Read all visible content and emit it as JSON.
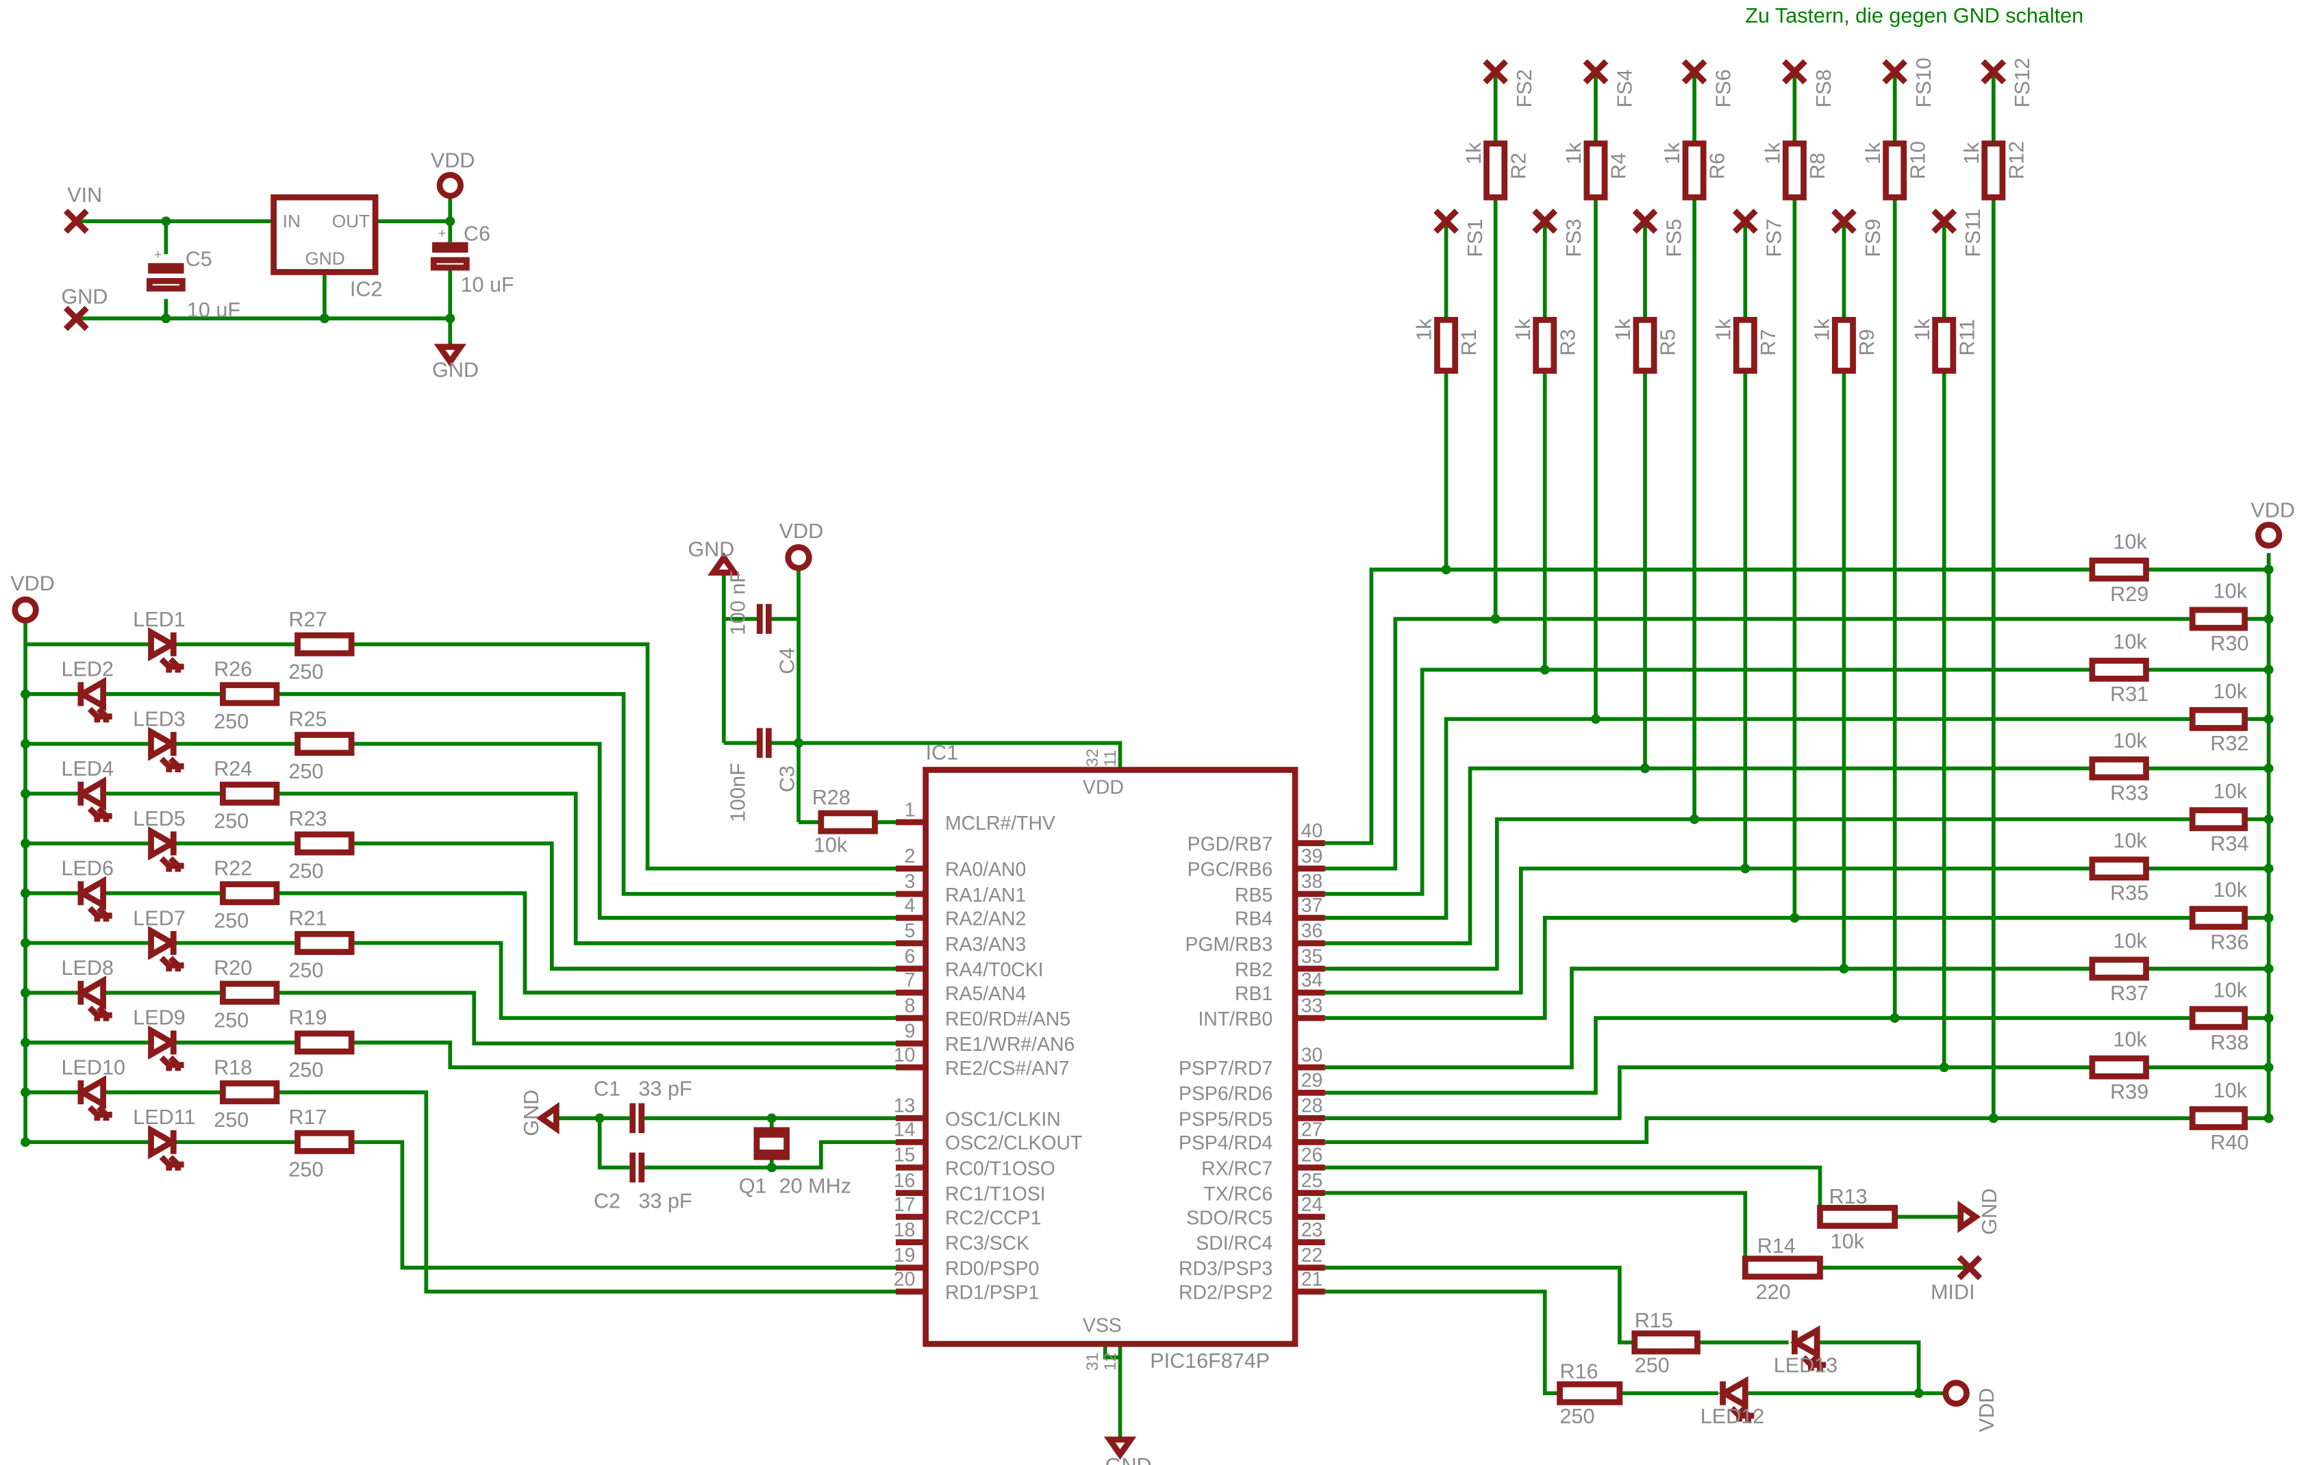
{
  "note": "Zu Tastern, die gegen GND schalten",
  "colors": {
    "wire": "#007f00",
    "part": "#8b1a1a",
    "text": "#8a8a8a",
    "background": "#ffffff"
  },
  "supply": {
    "vin": "VIN",
    "gnd": "GND",
    "vdd": "VDD"
  },
  "regulator": {
    "name": "IC2",
    "in": "IN",
    "out": "OUT",
    "gnd": "GND"
  },
  "capacitors": {
    "c5": {
      "name": "C5",
      "value": "10 uF"
    },
    "c6": {
      "name": "C6",
      "value": "10 uF"
    },
    "c4": {
      "name": "C4",
      "value": "100 nF"
    },
    "c3": {
      "name": "C3",
      "value": "100nF"
    },
    "c1": {
      "name": "C1",
      "value": "33 pF"
    },
    "c2": {
      "name": "C2",
      "value": "33 pF"
    }
  },
  "crystal": {
    "name": "Q1",
    "value": "20 MHz"
  },
  "mclr_res": {
    "name": "R28",
    "value": "10k"
  },
  "mcu": {
    "name": "IC1",
    "part": "PIC16F874P",
    "vdd": "VDD",
    "vss": "VSS",
    "vdd_pins": [
      "32",
      "11"
    ],
    "vss_pins": [
      "31",
      "12"
    ],
    "left_pins": [
      {
        "num": "1",
        "name": "MCLR#/THV"
      },
      {
        "num": "2",
        "name": "RA0/AN0"
      },
      {
        "num": "3",
        "name": "RA1/AN1"
      },
      {
        "num": "4",
        "name": "RA2/AN2"
      },
      {
        "num": "5",
        "name": "RA3/AN3"
      },
      {
        "num": "6",
        "name": "RA4/T0CKI"
      },
      {
        "num": "7",
        "name": "RA5/AN4"
      },
      {
        "num": "8",
        "name": "RE0/RD#/AN5"
      },
      {
        "num": "9",
        "name": "RE1/WR#/AN6"
      },
      {
        "num": "10",
        "name": "RE2/CS#/AN7"
      },
      {
        "num": "13",
        "name": "OSC1/CLKIN"
      },
      {
        "num": "14",
        "name": "OSC2/CLKOUT"
      },
      {
        "num": "15",
        "name": "RC0/T1OSO"
      },
      {
        "num": "16",
        "name": "RC1/T1OSI"
      },
      {
        "num": "17",
        "name": "RC2/CCP1"
      },
      {
        "num": "18",
        "name": "RC3/SCK"
      },
      {
        "num": "19",
        "name": "RD0/PSP0"
      },
      {
        "num": "20",
        "name": "RD1/PSP1"
      }
    ],
    "right_pins": [
      {
        "num": "40",
        "name": "PGD/RB7"
      },
      {
        "num": "39",
        "name": "PGC/RB6"
      },
      {
        "num": "38",
        "name": "RB5"
      },
      {
        "num": "37",
        "name": "RB4"
      },
      {
        "num": "36",
        "name": "PGM/RB3"
      },
      {
        "num": "35",
        "name": "RB2"
      },
      {
        "num": "34",
        "name": "RB1"
      },
      {
        "num": "33",
        "name": "INT/RB0"
      },
      {
        "num": "30",
        "name": "PSP7/RD7"
      },
      {
        "num": "29",
        "name": "PSP6/RD6"
      },
      {
        "num": "28",
        "name": "PSP5/RD5"
      },
      {
        "num": "27",
        "name": "PSP4/RD4"
      },
      {
        "num": "26",
        "name": "RX/RC7"
      },
      {
        "num": "25",
        "name": "TX/RC6"
      },
      {
        "num": "24",
        "name": "SDO/RC5"
      },
      {
        "num": "23",
        "name": "SDI/RC4"
      },
      {
        "num": "22",
        "name": "RD3/PSP3"
      },
      {
        "num": "21",
        "name": "RD2/PSP2"
      }
    ]
  },
  "led_rows": [
    {
      "led": "LED1",
      "res": "R27",
      "value": "250"
    },
    {
      "led": "LED2",
      "res": "R26",
      "value": "250"
    },
    {
      "led": "LED3",
      "res": "R25",
      "value": "250"
    },
    {
      "led": "LED4",
      "res": "R24",
      "value": "250"
    },
    {
      "led": "LED5",
      "res": "R23",
      "value": "250"
    },
    {
      "led": "LED6",
      "res": "R22",
      "value": "250"
    },
    {
      "led": "LED7",
      "res": "R21",
      "value": "250"
    },
    {
      "led": "LED8",
      "res": "R20",
      "value": "250"
    },
    {
      "led": "LED9",
      "res": "R19",
      "value": "250"
    },
    {
      "led": "LED10",
      "res": "R18",
      "value": "250"
    },
    {
      "led": "LED11",
      "res": "R17",
      "value": "250"
    }
  ],
  "pullups": [
    {
      "name": "R29",
      "value": "10k"
    },
    {
      "name": "R30",
      "value": "10k"
    },
    {
      "name": "R31",
      "value": "10k"
    },
    {
      "name": "R32",
      "value": "10k"
    },
    {
      "name": "R33",
      "value": "10k"
    },
    {
      "name": "R34",
      "value": "10k"
    },
    {
      "name": "R35",
      "value": "10k"
    },
    {
      "name": "R36",
      "value": "10k"
    },
    {
      "name": "R37",
      "value": "10k"
    },
    {
      "name": "R38",
      "value": "10k"
    },
    {
      "name": "R39",
      "value": "10k"
    },
    {
      "name": "R40",
      "value": "10k"
    }
  ],
  "switch_res": [
    {
      "name": "R1",
      "value": "1k",
      "connector": "FS1"
    },
    {
      "name": "R2",
      "value": "1k",
      "connector": "FS2"
    },
    {
      "name": "R3",
      "value": "1k",
      "connector": "FS3"
    },
    {
      "name": "R4",
      "value": "1k",
      "connector": "FS4"
    },
    {
      "name": "R5",
      "value": "1k",
      "connector": "FS5"
    },
    {
      "name": "R6",
      "value": "1k",
      "connector": "FS6"
    },
    {
      "name": "R7",
      "value": "1k",
      "connector": "FS7"
    },
    {
      "name": "R8",
      "value": "1k",
      "connector": "FS8"
    },
    {
      "name": "R9",
      "value": "1k",
      "connector": "FS9"
    },
    {
      "name": "R10",
      "value": "1k",
      "connector": "FS10"
    },
    {
      "name": "R11",
      "value": "1k",
      "connector": "FS11"
    },
    {
      "name": "R12",
      "value": "1k",
      "connector": "FS12"
    }
  ],
  "midi_part": {
    "r13": {
      "name": "R13",
      "value": "10k"
    },
    "r14": {
      "name": "R14",
      "value": "220"
    },
    "r15": {
      "name": "R15",
      "value": "250"
    },
    "r16": {
      "name": "R16",
      "value": "250"
    },
    "led12": "LED12",
    "led13": "LED13",
    "midi": "MIDI"
  }
}
